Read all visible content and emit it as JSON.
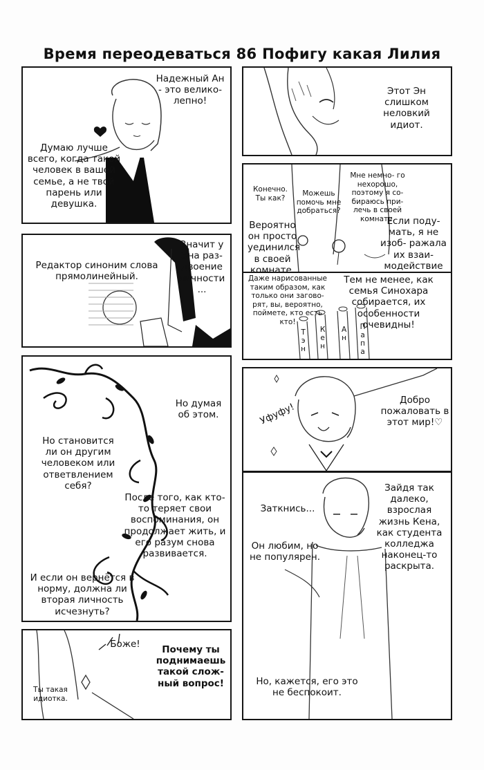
{
  "page": {
    "title": "Время переодеваться 86 Пофигу какая Лилия"
  },
  "panels": {
    "p1": {
      "line1": "Надежный Ан - это велико- лепно!",
      "line2": "Думаю лучше всего, когда такой человек в вашей семье, а не твой парень или девушка."
    },
    "p2": {
      "line1": "Этот Эн слишком неловкий идиот."
    },
    "p3": {
      "line1": "Редактор синоним слова прямолинейный.",
      "line2": "Значит у Эна раз- двоение личности ..."
    },
    "p4": {
      "line1": "Конечно. Ты как?",
      "line2": "Можешь помочь мне добраться?",
      "line3": "Мне немно- го нехорошо, поэтому я со- бираюсь при- лечь в своей комнате.",
      "line4": "Вероятно он просто уединился в своей комнате.",
      "line5": "Если поду- мать, я не изоб- ражала их взаи- модействие дома в прошлый раз."
    },
    "p5": {
      "line1": "Даже нарисованные таким образом, как только они загово- рят, вы, вероятно, поймете, кто есть кто!",
      "line2": "Тем не менее, как семья Синохара собирается, их особенности очевидны!",
      "fingers": [
        "Тэн",
        "Кен",
        "Ан",
        "Папа"
      ]
    },
    "p6": {
      "line1": "Но думая об этом.",
      "line2": "Но становится ли он другим человеком или ответвлением себя?",
      "line3": "После того, как кто-то теряет свои воспоминания, он продолжает жить, и его разум снова развивается.",
      "line4": "И если он вернётся в норму, должна ли вторая личность исчезнуть?"
    },
    "p7": {
      "line1": "Уфуфу!",
      "line2": "Добро пожаловать в этот мир!♡"
    },
    "p8": {
      "line1": "Заткнись...",
      "line2": "Он любим, но не популярен.",
      "line3": "Зайдя так далеко, взрослая жизнь Кена, как студента колледжа наконец-то раскрыта.",
      "line4": "Но, кажется, его это не беспокоит."
    },
    "p9": {
      "line1": "Боже!",
      "line2": "Ты такая идиотка.",
      "line3": "Почему ты поднимаешь такой слож- ный вопрос!"
    }
  }
}
